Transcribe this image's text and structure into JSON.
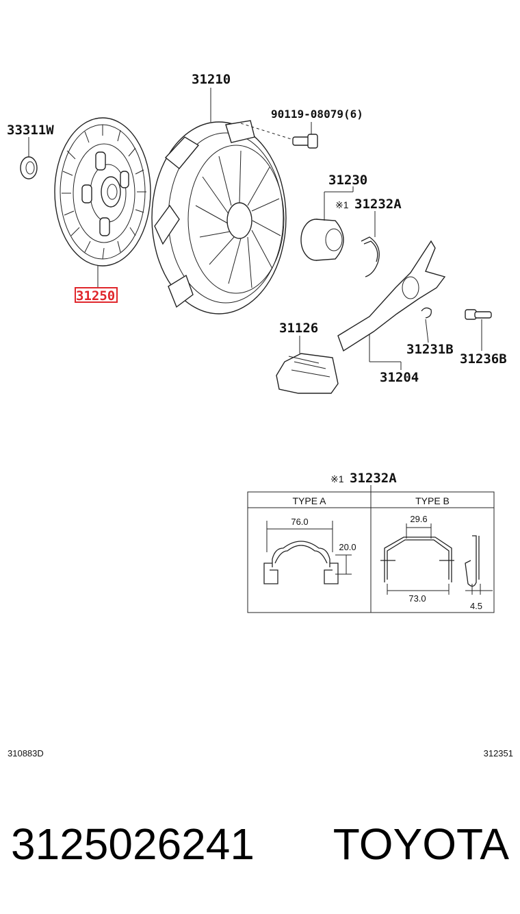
{
  "callouts": {
    "pressure_plate": "31210",
    "bolt": "90119-08079(6)",
    "pilot_bearing": "33311W",
    "release_bearing": "31230",
    "clip_mark": "※1",
    "clip": "31232A",
    "clutch_disc": "31250",
    "boot": "31126",
    "ring": "31231B",
    "pivot": "31236B",
    "fork": "31204"
  },
  "detail": {
    "mark": "※1",
    "title": "31232A",
    "type_a": {
      "header": "TYPE A",
      "width": "76.0",
      "height": "20.0"
    },
    "type_b": {
      "header": "TYPE B",
      "top": "29.6",
      "width": "73.0",
      "thickness": "4.5"
    }
  },
  "footer": {
    "left_code": "310883D",
    "right_code": "312351",
    "part_number": "3125026241",
    "brand": "TOYOTA"
  },
  "colors": {
    "highlight": "#e0262b",
    "ink": "#222222"
  }
}
